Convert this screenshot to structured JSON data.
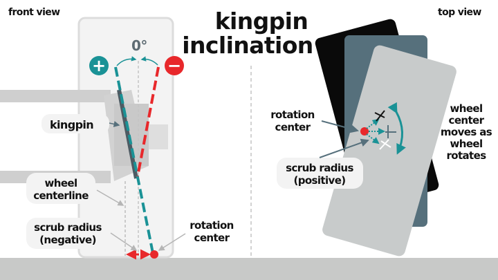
{
  "title": {
    "line1": "kingpin",
    "line2": "inclination"
  },
  "front_view": {
    "heading": "front view",
    "angle_label": "0°",
    "plus_symbol": "+",
    "minus_symbol": "−",
    "kingpin_label": "kingpin",
    "wheel_centerline_label": {
      "line1": "wheel",
      "line2": "centerline"
    },
    "scrub_radius_label": {
      "line1": "scrub radius",
      "line2": "(negative)"
    },
    "rotation_center_label": {
      "line1": "rotation",
      "line2": "center"
    }
  },
  "top_view": {
    "heading": "top view",
    "rotation_center_label": {
      "line1": "rotation",
      "line2": "center"
    },
    "scrub_radius_label": {
      "line1": "scrub radius",
      "line2": "(positive)"
    },
    "wheel_center_note": {
      "line1": "wheel",
      "line2": "center",
      "line3": "moves as",
      "line4": "wheel",
      "line5": "rotates"
    }
  },
  "colors": {
    "teal": "#1a9296",
    "red": "#e8282b",
    "dark": "#4d5b63",
    "slate": "#56707c",
    "ground": "#c8c9c8"
  }
}
